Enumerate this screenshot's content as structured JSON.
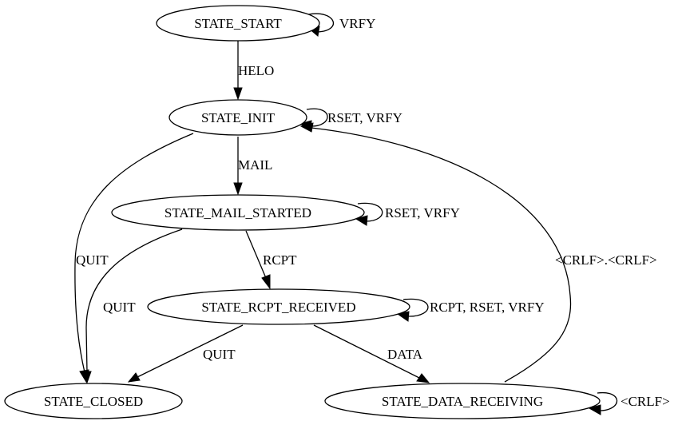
{
  "diagram": {
    "nodes": {
      "start": "STATE_START",
      "init": "STATE_INIT",
      "mail_started": "STATE_MAIL_STARTED",
      "rcpt_received": "STATE_RCPT_RECEIVED",
      "closed": "STATE_CLOSED",
      "data_receiving": "STATE_DATA_RECEIVING"
    },
    "edges": {
      "start_self": "VRFY",
      "start_to_init": "HELO",
      "init_self": "RSET, VRFY",
      "init_to_mail": "MAIL",
      "init_to_closed": "QUIT",
      "mail_self": "RSET, VRFY",
      "mail_to_rcpt": "RCPT",
      "mail_to_closed": "QUIT",
      "rcpt_self": "RCPT, RSET, VRFY",
      "rcpt_to_closed": "QUIT",
      "rcpt_to_data": "DATA",
      "data_to_init": "<CRLF>.<CRLF>",
      "data_self": "<CRLF>"
    }
  }
}
